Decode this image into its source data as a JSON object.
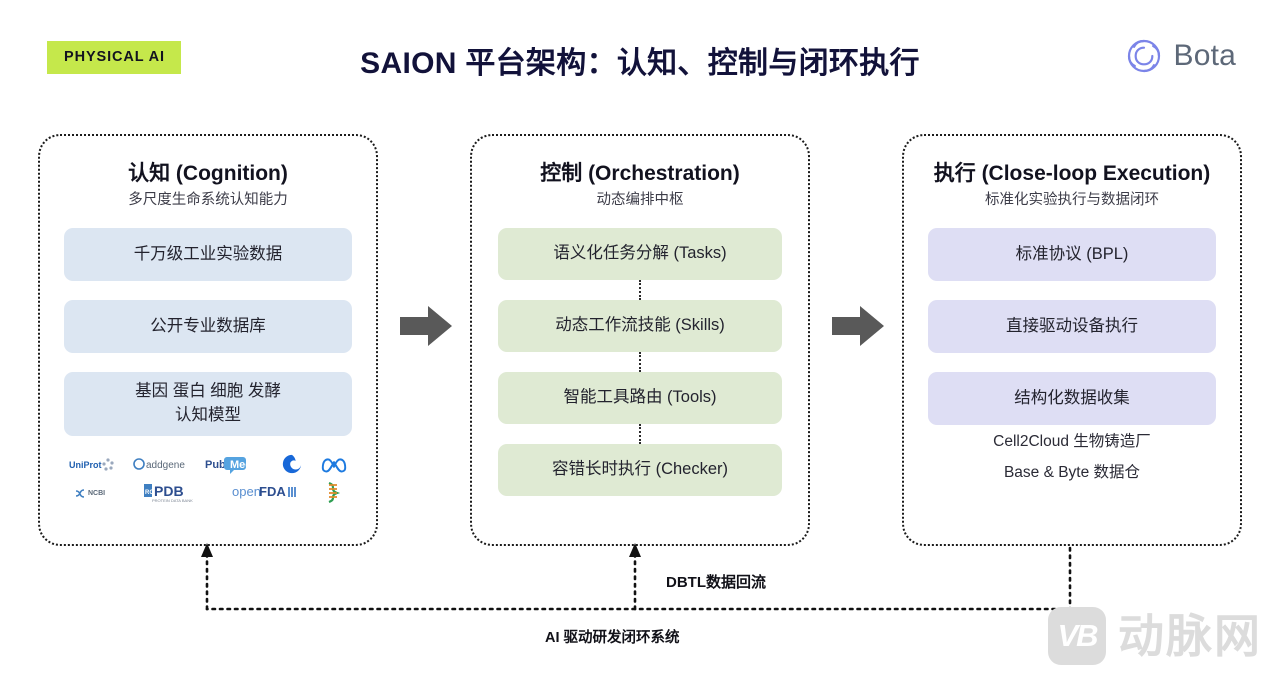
{
  "header": {
    "badge": "PHYSICAL AI",
    "title": "SAION 平台架构：认知、控制与闭环执行",
    "brand_name": "Bota",
    "badge_bg": "#c5e84b",
    "title_color": "#12123a",
    "brand_color": "#5d6878"
  },
  "cards": [
    {
      "id": "cognition",
      "title": "认知 (Cognition)",
      "subtitle": "多尺度生命系统认知能力",
      "chip_color": "#dce6f2",
      "chips": [
        {
          "label": "千万级工业实验数据"
        },
        {
          "label": "公开专业数据库"
        },
        {
          "label": "基因 蛋白 细胞 发酵\n认知模型"
        }
      ],
      "logos_row1": [
        "UniProt",
        "addgene",
        "PubMed",
        "swirl-logo",
        "meta-logo"
      ],
      "logos_row2": [
        "NCBI",
        "PDB",
        "openFDA",
        "helix-logo"
      ],
      "footer_lines": []
    },
    {
      "id": "orchestration",
      "title": "控制 (Orchestration)",
      "subtitle": "动态编排中枢",
      "chip_color": "#dfead3",
      "chips": [
        {
          "label": "语义化任务分解 (Tasks)"
        },
        {
          "label": "动态工作流技能 (Skills)"
        },
        {
          "label": "智能工具路由 (Tools)"
        },
        {
          "label": "容错长时执行 (Checker)"
        }
      ],
      "footer_lines": []
    },
    {
      "id": "execution",
      "title": "执行 (Close-loop Execution)",
      "subtitle": "标准化实验执行与数据闭环",
      "chip_color": "#dedef4",
      "chips": [
        {
          "label": "标准协议 (BPL)"
        },
        {
          "label": "直接驱动设备执行"
        },
        {
          "label": "结构化数据收集"
        }
      ],
      "footer_lines": [
        "Cell2Cloud 生物铸造厂",
        "Base & Byte 数据仓"
      ]
    }
  ],
  "arrows": [
    {
      "name": "arrow-cognition-to-orchestration",
      "color": "#595959"
    },
    {
      "name": "arrow-orchestration-to-execution",
      "color": "#595959"
    }
  ],
  "feedback_loop": {
    "dbtl_label": "DBTL数据回流",
    "system_label": "AI 驱动研发闭环系统",
    "line_color": "#111111"
  },
  "watermark": {
    "mark": "VB",
    "text": "动脉网",
    "color": "#dcdcdc"
  }
}
